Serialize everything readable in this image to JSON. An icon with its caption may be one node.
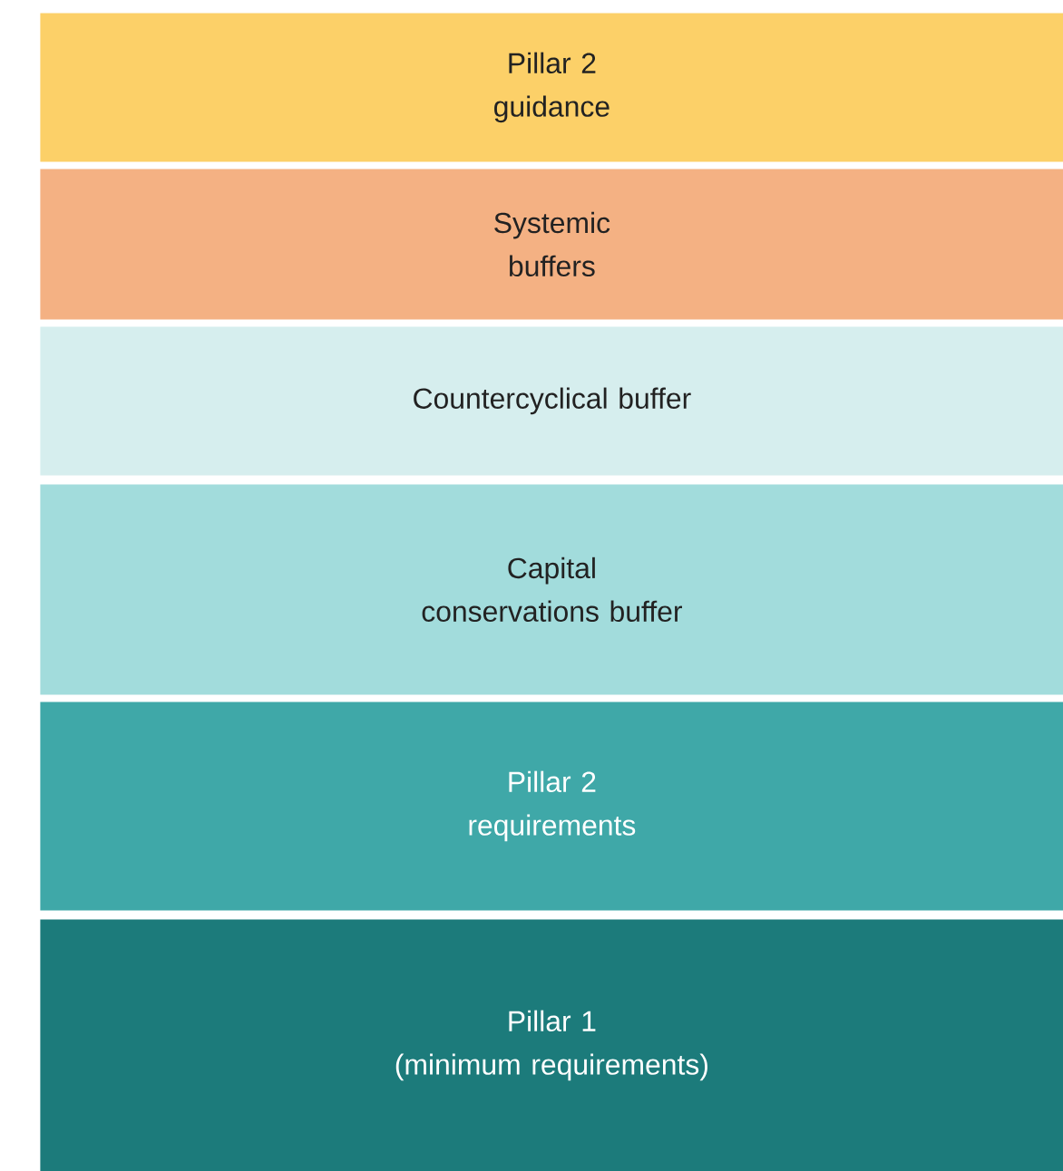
{
  "diagram": {
    "nodes": [
      {
        "text": [
          "Pillar 2 guidance"
        ]
      },
      {
        "text": [
          "Systemic buffers"
        ]
      },
      {
        "text": [
          "Countercyclical buffer"
        ]
      },
      {
        "text": [
          "Capital conservations buffer"
        ]
      },
      {
        "text": [
          "Pillar 2 requirements"
        ]
      },
      {
        "text": [
          "Pillar 1",
          "(minimum requirements)"
        ]
      }
    ]
  }
}
